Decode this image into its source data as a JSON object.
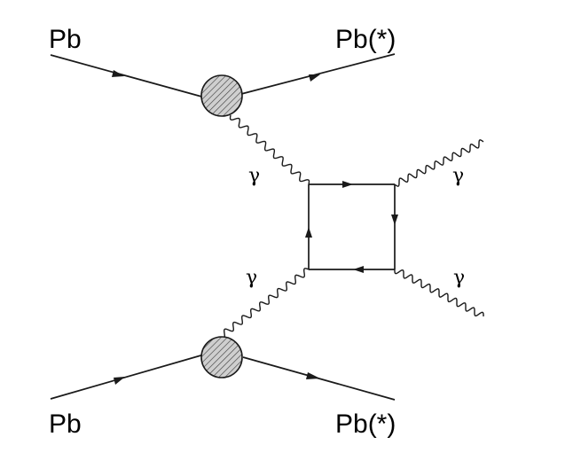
{
  "labels": {
    "pb_in_top": "Pb",
    "pb_out_top": "Pb(*)",
    "pb_in_bottom": "Pb",
    "pb_out_bottom": "Pb(*)",
    "gamma_top_left": "γ",
    "gamma_top_right": "γ",
    "gamma_bottom_left": "γ",
    "gamma_bottom_right": "γ"
  },
  "colors": {
    "line": "#1a1a1a",
    "blob_fill": "#cfcfcf",
    "background": "#ffffff"
  }
}
